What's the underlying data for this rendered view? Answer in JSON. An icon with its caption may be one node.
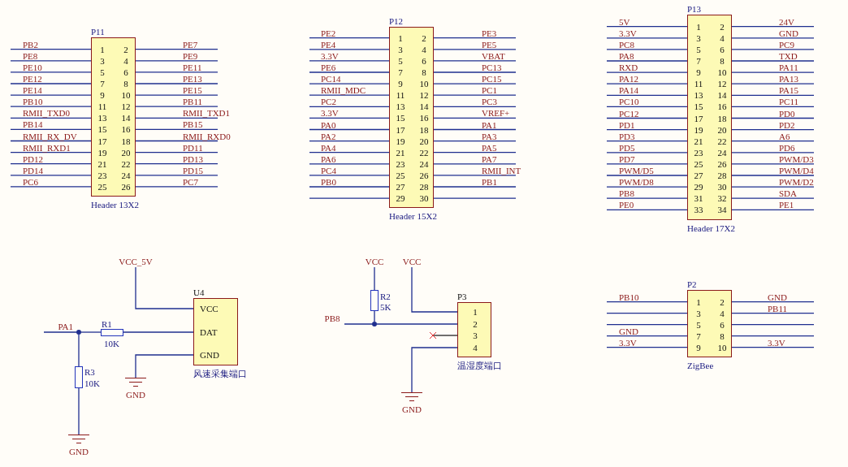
{
  "diagram": {
    "nodes": [
      {
        "text": [
          "P11",
          "1",
          "2",
          "3",
          "4",
          "5",
          "6",
          "7",
          "8",
          "9",
          "10",
          "11",
          "12",
          "13",
          "14",
          "15",
          "16",
          "17",
          "18",
          "19",
          "20",
          "21",
          "22",
          "23",
          "24",
          "25",
          "26"
        ],
        "beside": [
          "Header 13X2",
          "PB2",
          "PE7",
          "PE8",
          "PE9",
          "PE10",
          "PE11",
          "PE12",
          "PE13",
          "PE14",
          "PE15",
          "PB10",
          "PB11",
          "RMII_TXD0",
          "RMII_TXD1",
          "PB14",
          "PB15",
          "RMII_RX_DV",
          "RMII_RXD0",
          "RMII_RXD1",
          "PD11",
          "PD12",
          "PD13",
          "PD14",
          "PD15",
          "PC6",
          "PC7"
        ]
      },
      {
        "text": [
          "P12",
          "1",
          "2",
          "3",
          "4",
          "5",
          "6",
          "7",
          "8",
          "9",
          "10",
          "11",
          "12",
          "13",
          "14",
          "15",
          "16",
          "17",
          "18",
          "19",
          "20",
          "21",
          "22",
          "23",
          "24",
          "25",
          "26",
          "27",
          "28",
          "29",
          "30"
        ],
        "beside": [
          "Header 15X2",
          "PE2",
          "PE3",
          "PE4",
          "PE5",
          "3.3V",
          "VBAT",
          "PE6",
          "PC13",
          "PC14",
          "PC15",
          "RMII_MDC",
          "PC1",
          "PC2",
          "PC3",
          "3.3V",
          "VREF+",
          "PA0",
          "PA1",
          "PA2",
          "PA3",
          "PA4",
          "PA5",
          "PA6",
          "PA7",
          "PC4",
          "RMII_INT",
          "PB0",
          "PB1"
        ]
      },
      {
        "text": [
          "P13",
          "1",
          "2",
          "3",
          "4",
          "5",
          "6",
          "7",
          "8",
          "9",
          "10",
          "11",
          "12",
          "13",
          "14",
          "15",
          "16",
          "17",
          "18",
          "19",
          "20",
          "21",
          "22",
          "23",
          "24",
          "25",
          "26",
          "27",
          "28",
          "29",
          "30",
          "31",
          "32",
          "33",
          "34"
        ],
        "beside": [
          "Header 17X2",
          "5V",
          "24V",
          "3.3V",
          "GND",
          "PC8",
          "PC9",
          "PA8",
          "TXD",
          "RXD",
          "PA11",
          "PA12",
          "PA13",
          "PA14",
          "PA15",
          "PC10",
          "PC11",
          "PC12",
          "PD0",
          "PD1",
          "PD2",
          "PD3",
          "A6",
          "PD5",
          "PD6",
          "PD7",
          "PWM/D3",
          "PWM/D5",
          "PWM/D4",
          "PWM/D8",
          "PWM/D2",
          "PB8",
          "SDA",
          "PE0",
          "PE1"
        ]
      },
      {
        "text": [
          "VCC_5V"
        ]
      },
      {
        "text": [
          "U4",
          "VCC",
          "DAT",
          "GND"
        ],
        "beside": [
          "风速采集端口"
        ]
      },
      {
        "text": [
          "PA1"
        ]
      },
      {
        "text": [],
        "shape": "circle"
      },
      {
        "text": [],
        "shape": "box",
        "beside": [
          "R1",
          "10K"
        ]
      },
      {
        "text": [],
        "shape": "box",
        "beside": [
          "R3",
          "10K"
        ]
      },
      {
        "text": [
          "GND"
        ]
      },
      {
        "text": [
          "GND"
        ]
      },
      {
        "text": [
          "VCC"
        ]
      },
      {
        "text": [
          "VCC"
        ]
      },
      {
        "text": [],
        "shape": "box",
        "beside": [
          "R2",
          "5K"
        ]
      },
      {
        "text": [
          "PB8"
        ]
      },
      {
        "text": [],
        "shape": "circle"
      },
      {
        "text": [
          "P3",
          "1",
          "2",
          "3",
          "4"
        ],
        "beside": [
          "温湿度端口"
        ]
      },
      {
        "text": [
          "GND"
        ]
      },
      {
        "text": [
          "P2",
          "1",
          "2",
          "3",
          "4",
          "5",
          "6",
          "7",
          "8",
          "9",
          "10"
        ],
        "beside": [
          "ZigBee",
          "PB10",
          "GND",
          "PB11",
          "GND",
          "3.3V",
          "3.3V"
        ]
      }
    ],
    "edges": [
      {
        "from": 3,
        "to": 4,
        "arrow": "none"
      },
      {
        "from": 5,
        "to": 6,
        "arrow": "none"
      },
      {
        "from": 6,
        "to": 7,
        "arrow": "none"
      },
      {
        "from": 7,
        "to": 4,
        "arrow": "none"
      },
      {
        "from": 6,
        "to": 8,
        "arrow": "none"
      },
      {
        "from": 8,
        "to": 9,
        "arrow": "none"
      },
      {
        "from": 4,
        "to": 10,
        "arrow": "none"
      },
      {
        "from": 11,
        "to": 13,
        "arrow": "none"
      },
      {
        "from": 13,
        "to": 15,
        "arrow": "none"
      },
      {
        "from": 14,
        "to": 15,
        "arrow": "none"
      },
      {
        "from": 15,
        "to": 16,
        "arrow": "none"
      },
      {
        "from": 12,
        "to": 16,
        "arrow": "none"
      },
      {
        "from": 16,
        "to": 17,
        "arrow": "none"
      }
    ]
  }
}
